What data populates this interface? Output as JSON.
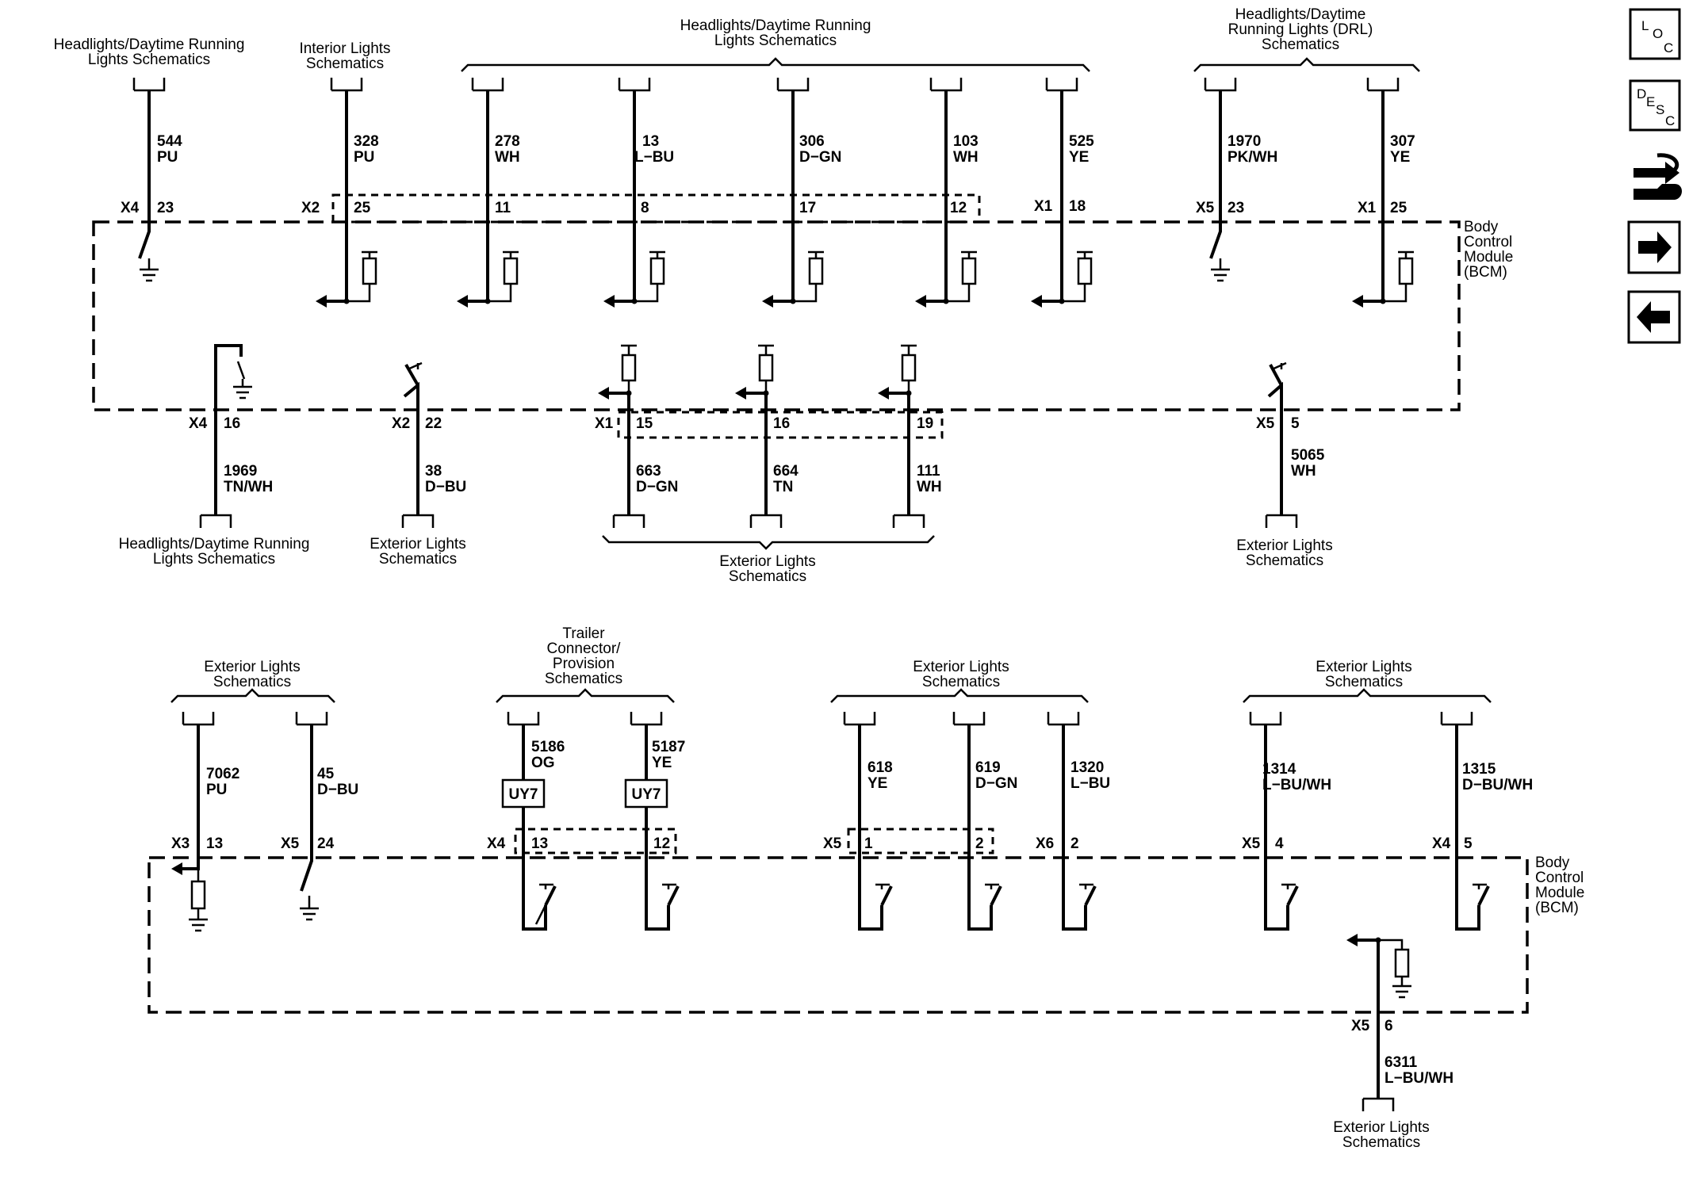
{
  "module": {
    "name": [
      "Body",
      "Control",
      "Module",
      "(BCM)"
    ]
  },
  "nav": {
    "loc": [
      "L",
      "O",
      "C"
    ],
    "desc": [
      "D",
      "E",
      "S",
      "C"
    ]
  },
  "titles": {
    "hdrl_left": [
      "Headlights/Daytime Running",
      "Lights Schematics"
    ],
    "interior": [
      "Interior Lights",
      "Schematics"
    ],
    "hdrl_group": [
      "Headlights/Daytime Running",
      "Lights Schematics"
    ],
    "drl_group": [
      "Headlights/Daytime",
      "Running Lights (DRL)",
      "Schematics"
    ],
    "hdrl_bottom": [
      "Headlights/Daytime Running",
      "Lights Schematics"
    ],
    "ext_22": [
      "Exterior Lights",
      "Schematics"
    ],
    "ext_group_mid": [
      "Exterior Lights",
      "Schematics"
    ],
    "ext_5": [
      "Exterior Lights",
      "Schematics"
    ],
    "ext_lower_left": [
      "Exterior Lights",
      "Schematics"
    ],
    "trailer": [
      "Trailer",
      "Connector/",
      "Provision",
      "Schematics"
    ],
    "ext_lower_mid": [
      "Exterior Lights",
      "Schematics"
    ],
    "ext_lower_right": [
      "Exterior Lights",
      "Schematics"
    ],
    "ext_bottom": [
      "Exterior Lights",
      "Schematics"
    ]
  },
  "top_wires": [
    {
      "circuit": "544",
      "color": "PU",
      "connector": "X4",
      "pin": "23"
    },
    {
      "circuit": "328",
      "color": "PU",
      "connector": "X2",
      "pin": "25"
    },
    {
      "circuit": "278",
      "color": "WH",
      "connector": "",
      "pin": "11"
    },
    {
      "circuit": "13",
      "color": "L−BU",
      "connector": "",
      "pin": "8"
    },
    {
      "circuit": "306",
      "color": "D−GN",
      "connector": "",
      "pin": "17"
    },
    {
      "circuit": "103",
      "color": "WH",
      "connector": "",
      "pin": "12"
    },
    {
      "circuit": "525",
      "color": "YE",
      "connector": "X1",
      "pin": "18"
    },
    {
      "circuit": "1970",
      "color": "PK/WH",
      "connector": "X5",
      "pin": "23"
    },
    {
      "circuit": "307",
      "color": "YE",
      "connector": "X1",
      "pin": "25"
    }
  ],
  "bottom_wires": [
    {
      "circuit": "1969",
      "color": "TN/WH",
      "connector": "X4",
      "pin": "16"
    },
    {
      "circuit": "38",
      "color": "D−BU",
      "connector": "X2",
      "pin": "22"
    },
    {
      "circuit": "663",
      "color": "D−GN",
      "connector": "X1",
      "pin": "15"
    },
    {
      "circuit": "664",
      "color": "TN",
      "connector": "",
      "pin": "16"
    },
    {
      "circuit": "111",
      "color": "WH",
      "connector": "",
      "pin": "19"
    },
    {
      "circuit": "5065",
      "color": "WH",
      "connector": "X5",
      "pin": "5"
    }
  ],
  "lower_wires": [
    {
      "circuit": "7062",
      "color": "PU",
      "connector": "X3",
      "pin": "13"
    },
    {
      "circuit": "45",
      "color": "D−BU",
      "connector": "X5",
      "pin": "24"
    },
    {
      "circuit": "5186",
      "color": "OG",
      "connector": "X4",
      "pin": "13",
      "option": "UY7"
    },
    {
      "circuit": "5187",
      "color": "YE",
      "connector": "",
      "pin": "12",
      "option": "UY7"
    },
    {
      "circuit": "618",
      "color": "YE",
      "connector": "X5",
      "pin": "1"
    },
    {
      "circuit": "619",
      "color": "D−GN",
      "connector": "",
      "pin": "2"
    },
    {
      "circuit": "1320",
      "color": "L−BU",
      "connector": "X6",
      "pin": "2"
    },
    {
      "circuit": "1314",
      "color": "L−BU/WH",
      "connector": "X5",
      "pin": "4"
    },
    {
      "circuit": "1315",
      "color": "D−BU/WH",
      "connector": "X4",
      "pin": "5"
    }
  ],
  "lower_bottom_wire": {
    "circuit": "6311",
    "color": "L−BU/WH",
    "connector": "X5",
    "pin": "6"
  }
}
